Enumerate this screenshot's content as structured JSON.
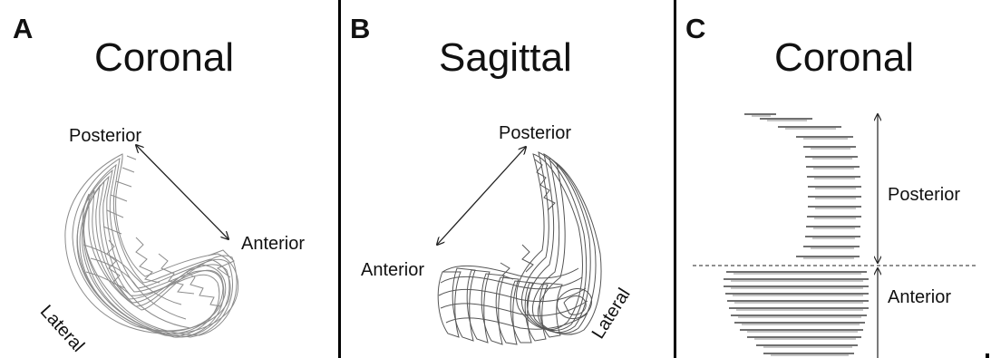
{
  "panels": {
    "a": {
      "letter": "A",
      "title": "Coronal",
      "labels": {
        "posterior": "Posterior",
        "anterior": "Anterior",
        "lateral": "Lateral"
      }
    },
    "b": {
      "letter": "B",
      "title": "Sagittal",
      "labels": {
        "posterior": "Posterior",
        "anterior": "Anterior",
        "lateral": "Lateral"
      }
    },
    "c": {
      "letter": "C",
      "title": "Coronal",
      "labels": {
        "posterior": "Posterior",
        "anterior": "Anterior"
      }
    }
  },
  "colors": {
    "frame": "#000000",
    "contour": "#8c8c8c",
    "slice": "#1a1a1a",
    "arrow": "#222222"
  }
}
